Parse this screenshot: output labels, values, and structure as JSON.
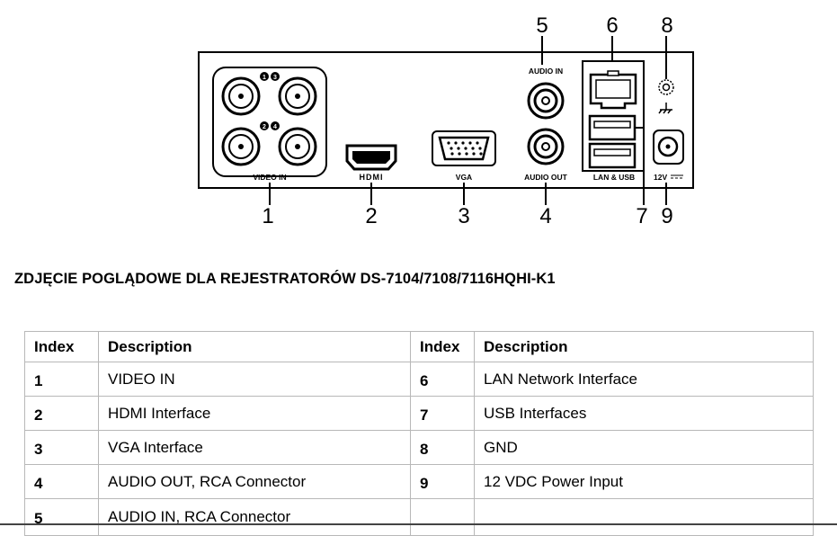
{
  "diagram": {
    "callouts": [
      "1",
      "2",
      "3",
      "4",
      "5",
      "6",
      "7",
      "8",
      "9"
    ],
    "port_labels": {
      "video_in": "VIDEO IN",
      "hdmi": "HDMI",
      "vga": "VGA",
      "audio_in": "AUDIO IN",
      "audio_out": "AUDIO OUT",
      "lan_usb": "LAN & USB",
      "power": "12V",
      "channel_numbers": [
        "1",
        "3",
        "2",
        "4"
      ]
    }
  },
  "caption": "ZDJĘCIE POGLĄDOWE DLA REJESTRATORÓW DS-7104/7108/7116HQHI-K1",
  "table": {
    "headers": [
      "Index",
      "Description",
      "Index",
      "Description"
    ],
    "rows": [
      {
        "left_index": "1",
        "left_desc": "VIDEO IN",
        "right_index": "6",
        "right_desc": "LAN Network Interface"
      },
      {
        "left_index": "2",
        "left_desc": "HDMI Interface",
        "right_index": "7",
        "right_desc": "USB Interfaces"
      },
      {
        "left_index": "3",
        "left_desc": "VGA Interface",
        "right_index": "8",
        "right_desc": "GND"
      },
      {
        "left_index": "4",
        "left_desc": "AUDIO OUT, RCA Connector",
        "right_index": "9",
        "right_desc": "12 VDC Power Input"
      },
      {
        "left_index": "5",
        "left_desc": "AUDIO IN, RCA Connector",
        "right_index": "",
        "right_desc": ""
      }
    ]
  }
}
